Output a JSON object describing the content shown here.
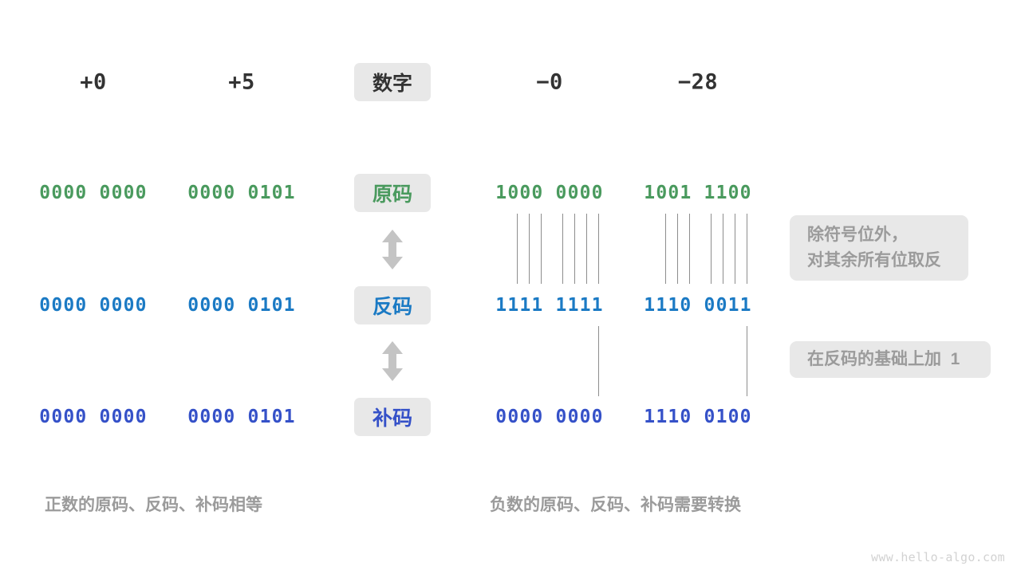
{
  "meta": {
    "watermark": "www.hello-algo.com",
    "colors": {
      "background": "#ffffff",
      "pill_bg": "#e8e8e8",
      "header_text": "#333333",
      "true_code_green": "#4a9a5e",
      "ones_complement_blue": "#1b7ac4",
      "twos_complement_indigo": "#3551c8",
      "note_text_gray": "#9b9b9b",
      "connector_gray": "#8d8d8d",
      "arrow_gray": "#c4c4c4",
      "watermark_gray": "#d2d2d2"
    }
  },
  "header": {
    "label": "数字",
    "columns": [
      "+0",
      "+5",
      "−0",
      "−28"
    ]
  },
  "rows": [
    {
      "label": "原码",
      "label_color": "#4a9a5e",
      "bits_color": "#4a9a5e",
      "values": [
        "0000 0000",
        "0000 0101",
        "1000 0000",
        "1001 1100"
      ]
    },
    {
      "label": "反码",
      "label_color": "#1b7ac4",
      "bits_color": "#1b7ac4",
      "values": [
        "0000 0000",
        "0000 0101",
        "1111 1111",
        "1110 0011"
      ]
    },
    {
      "label": "补码",
      "label_color": "#3551c8",
      "bits_color": "#3551c8",
      "values": [
        "0000 0000",
        "0000 0101",
        "0000 0000",
        "1110 0100"
      ]
    }
  ],
  "notes": [
    {
      "line1": "除符号位外，",
      "line2": "对其余所有位取反"
    },
    {
      "line1": "在反码的基础上加  1",
      "line2": ""
    }
  ],
  "captions": {
    "left": "正数的原码、反码、补码相等",
    "right": "负数的原码、反码、补码需要转换"
  },
  "arrows": [
    {
      "name": "arrow-true-to-ones"
    },
    {
      "name": "arrow-ones-to-twos"
    }
  ]
}
